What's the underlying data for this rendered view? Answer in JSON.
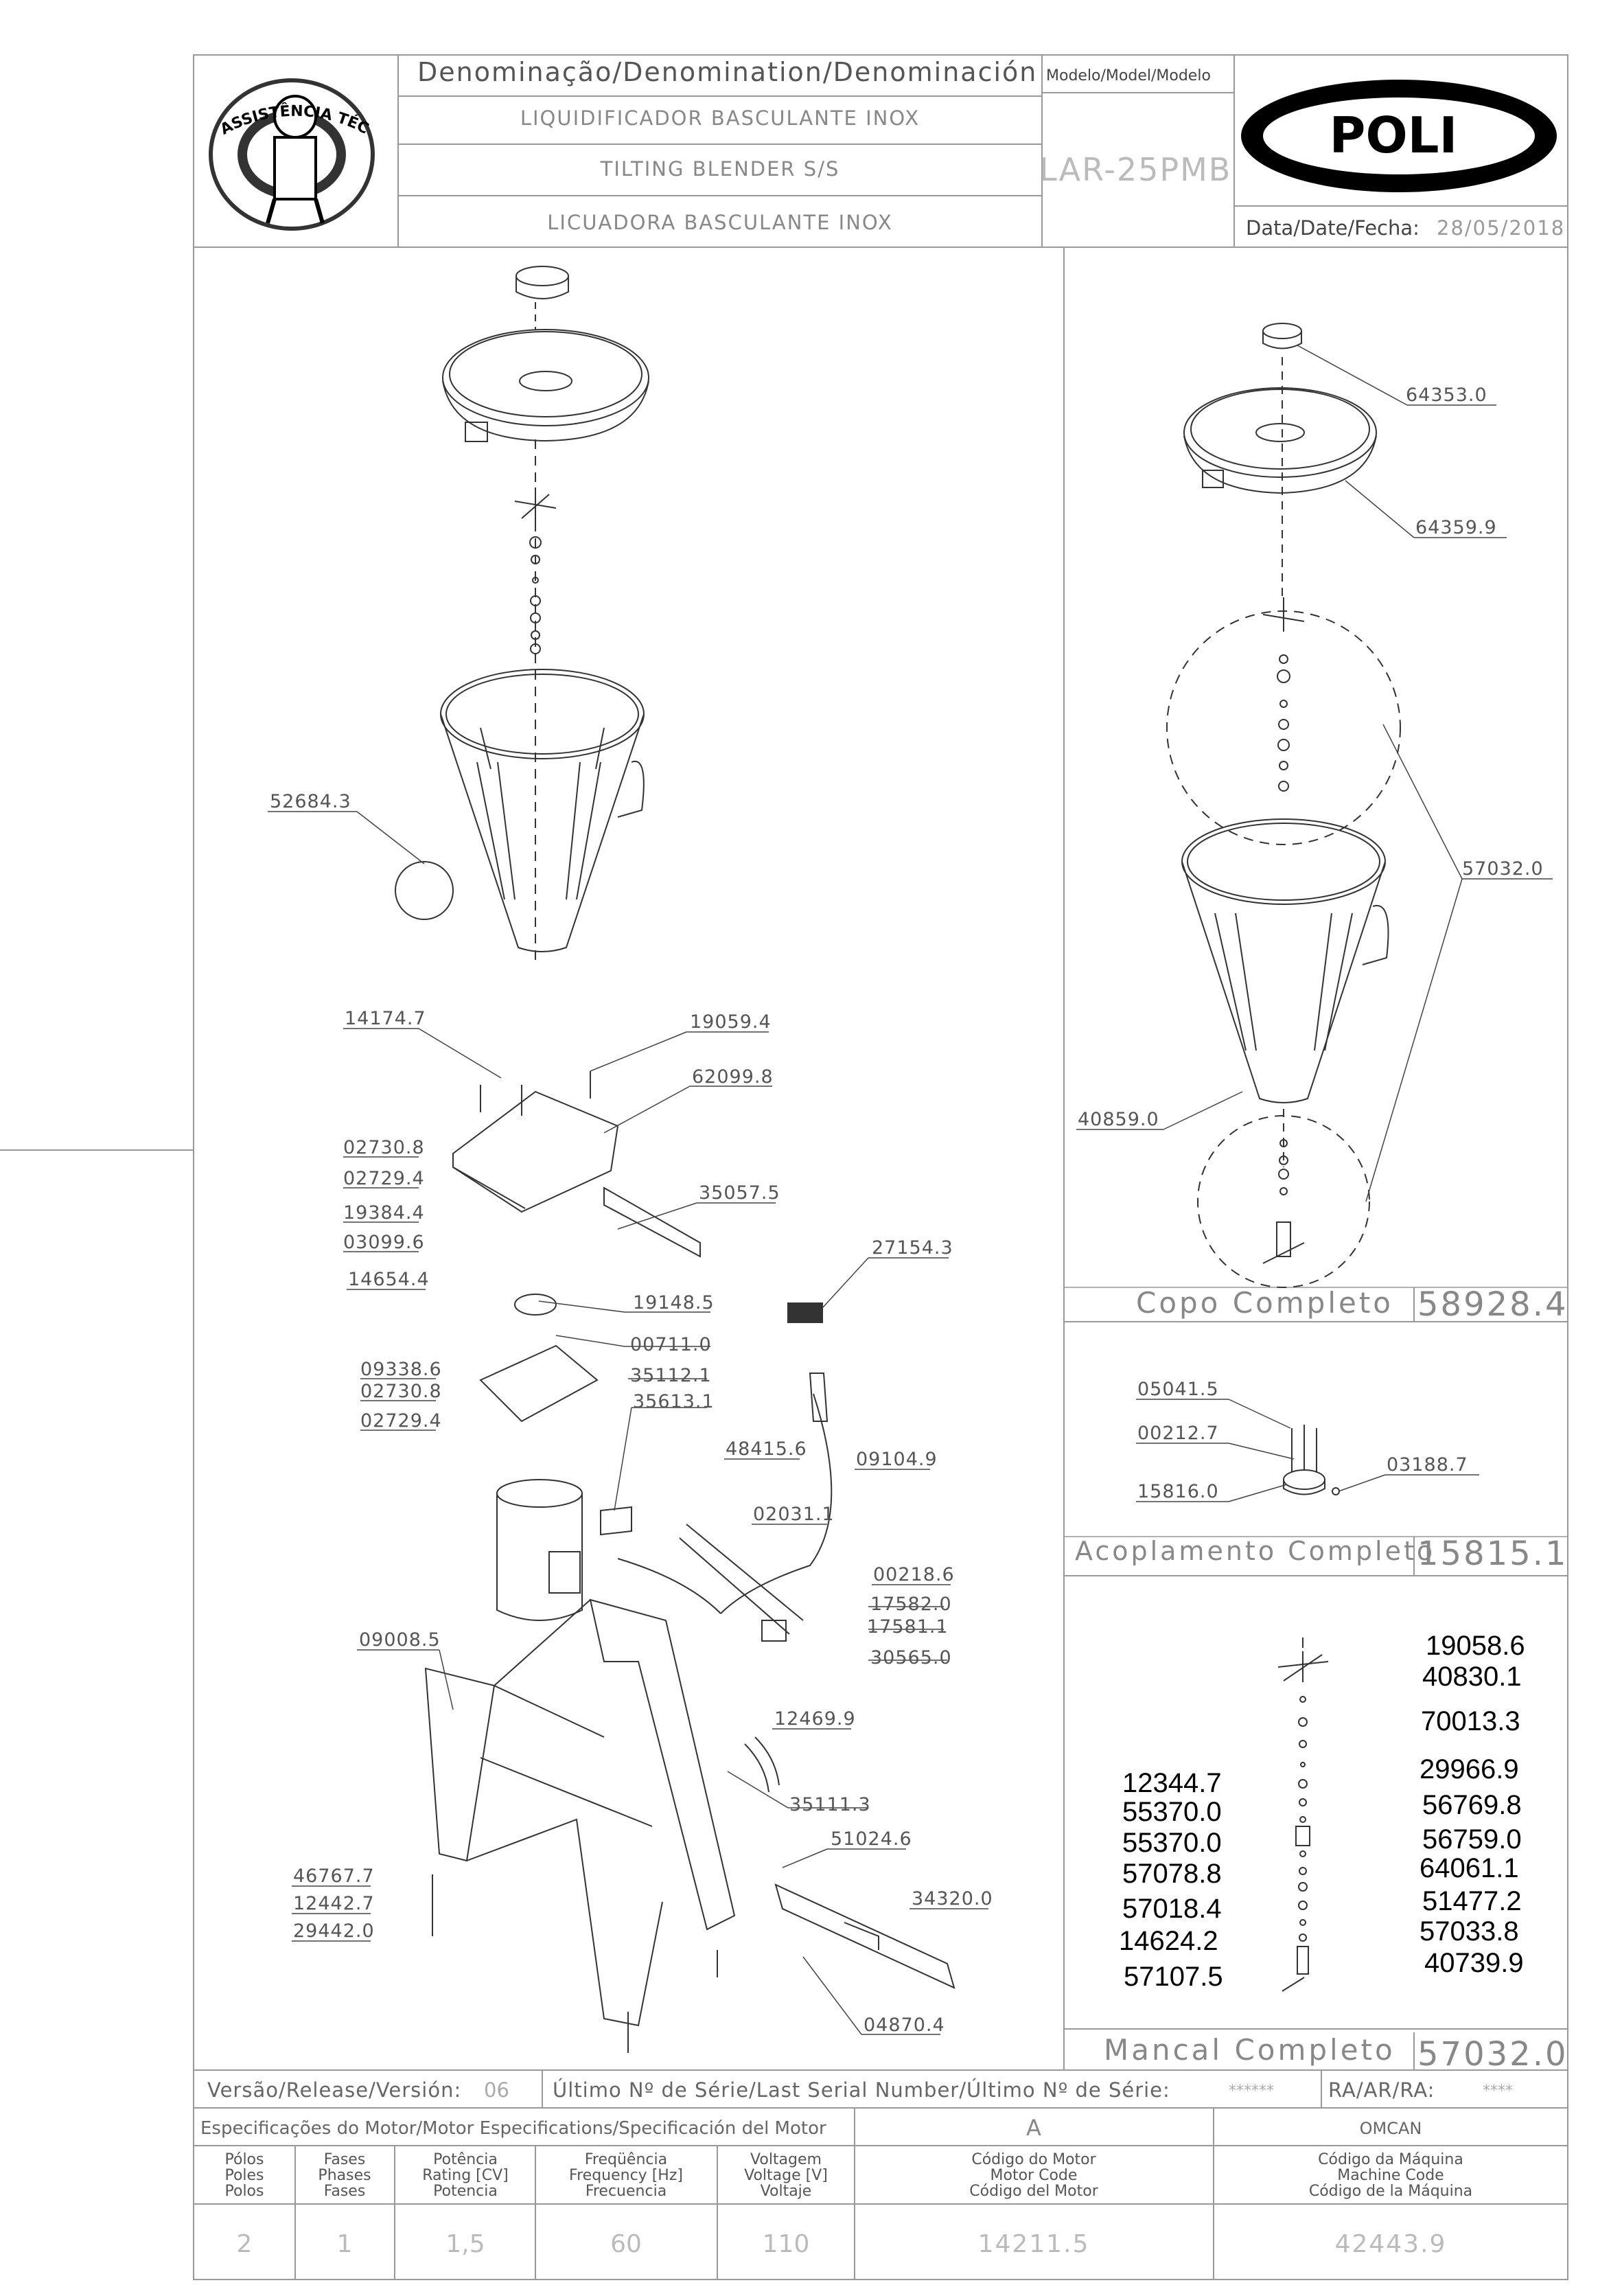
{
  "header": {
    "logo_text": "ASSISTÊNCIA TÉCNICA AUTORIZADA",
    "denomination_label": "Denominação/Denomination/Denominación",
    "name_pt": "LIQUIDIFICADOR BASCULANTE INOX",
    "name_en": "TILTING BLENDER S/S",
    "name_es": "LICUADORA BASCULANTE INOX",
    "model_label": "Modelo/Model/Modelo",
    "model_value": "LAR-25PMB",
    "brand": "POLI",
    "date_label": "Data/Date/Fecha:",
    "date_value": "28/05/2018"
  },
  "main_parts": [
    {
      "code": "52684.3"
    },
    {
      "code": "14174.7"
    },
    {
      "code": "19059.4"
    },
    {
      "code": "62099.8"
    },
    {
      "code": "02730.8"
    },
    {
      "code": "02729.4"
    },
    {
      "code": "19384.4"
    },
    {
      "code": "03099.6"
    },
    {
      "code": "35057.5"
    },
    {
      "code": "27154.3"
    },
    {
      "code": "14654.4"
    },
    {
      "code": "19148.5"
    },
    {
      "code": "00711.0"
    },
    {
      "code": "09338.6"
    },
    {
      "code": "35112.1"
    },
    {
      "code": "02730.8"
    },
    {
      "code": "35613.1"
    },
    {
      "code": "02729.4"
    },
    {
      "code": "48415.6"
    },
    {
      "code": "09104.9"
    },
    {
      "code": "02031.1"
    },
    {
      "code": "00218.6"
    },
    {
      "code": "17582.0"
    },
    {
      "code": "17581.1"
    },
    {
      "code": "30565.0"
    },
    {
      "code": "09008.5"
    },
    {
      "code": "12469.9"
    },
    {
      "code": "35111.3"
    },
    {
      "code": "51024.6"
    },
    {
      "code": "46767.7"
    },
    {
      "code": "34320.0"
    },
    {
      "code": "12442.7"
    },
    {
      "code": "29442.0"
    },
    {
      "code": "04870.4"
    }
  ],
  "copo": {
    "parts": [
      {
        "code": "64353.0"
      },
      {
        "code": "64359.9"
      },
      {
        "code": "57032.0"
      },
      {
        "code": "40859.0"
      }
    ],
    "title": "Copo Completo",
    "code": "58928.4"
  },
  "acoplamento": {
    "parts": [
      {
        "code": "05041.5"
      },
      {
        "code": "00212.7"
      },
      {
        "code": "03188.7"
      },
      {
        "code": "15816.0"
      }
    ],
    "title": "Acoplamento Completo",
    "code": "15815.1"
  },
  "mancal": {
    "left_codes": [
      "12344.7",
      "55370.0",
      "55370.0",
      "57078.8",
      "57018.4",
      "14624.2",
      "57107.5"
    ],
    "right_codes": [
      "19058.6",
      "40830.1",
      "70013.3",
      "29966.9",
      "56769.8",
      "56759.0",
      "64061.1",
      "51477.2",
      "57033.8",
      "40739.9"
    ],
    "title": "Mancal Completo",
    "code": "57032.0"
  },
  "footer": {
    "version_label": "Versão/Release/Versión:",
    "version_value": "06",
    "serial_label": "Último Nº de Série/Last Serial Number/Último Nº de Série:",
    "serial_value": "******",
    "ra_label": "RA/AR/RA:",
    "ra_value": "****",
    "motor_spec_label": "Especificações do Motor/Motor Especifications/Specificación del Motor",
    "motor_letter": "A",
    "machine_brand": "OMCAN",
    "columns": [
      {
        "l1": "Pólos",
        "l2": "Poles",
        "l3": "Polos",
        "value": "2"
      },
      {
        "l1": "Fases",
        "l2": "Phases",
        "l3": "Fases",
        "value": "1"
      },
      {
        "l1": "Potência",
        "l2": "Rating [CV]",
        "l3": "Potencia",
        "value": "1,5"
      },
      {
        "l1": "Freqüência",
        "l2": "Frequency [Hz]",
        "l3": "Frecuencia",
        "value": "60"
      },
      {
        "l1": "Voltagem",
        "l2": "Voltage [V]",
        "l3": "Voltaje",
        "value": "110"
      },
      {
        "l1": "Código do Motor",
        "l2": "Motor Code",
        "l3": "Código del Motor",
        "value": "14211.5"
      },
      {
        "l1": "Código da Máquina",
        "l2": "Machine Code",
        "l3": "Código de la Máquina",
        "value": "42443.9"
      }
    ]
  }
}
